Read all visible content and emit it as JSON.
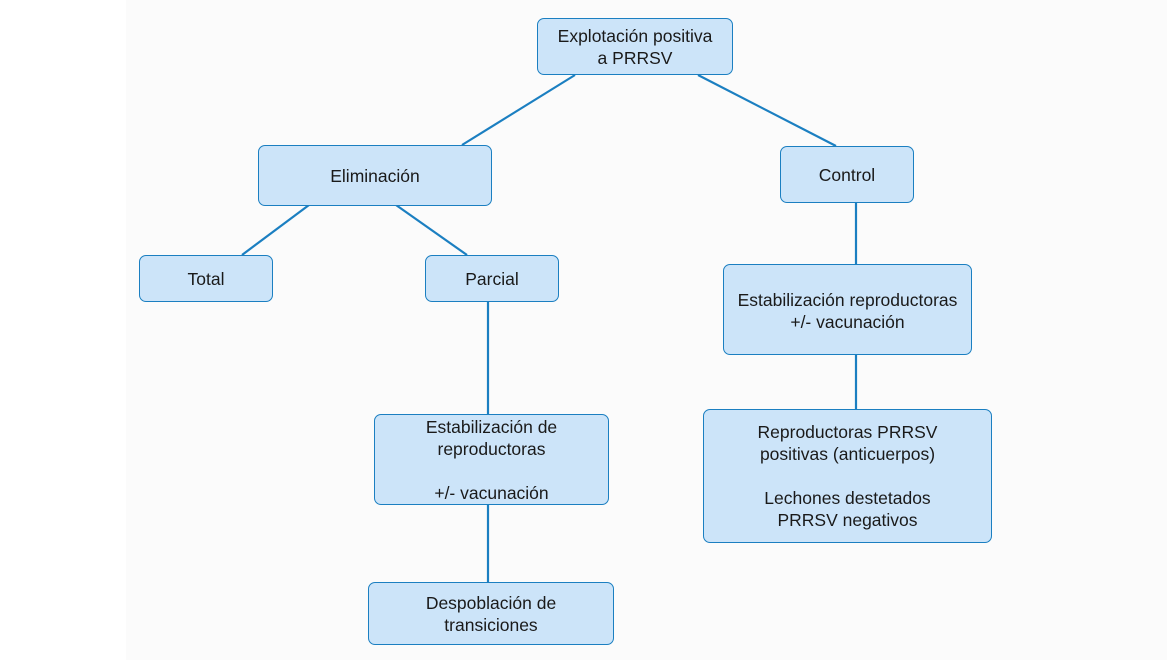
{
  "diagram": {
    "colors": {
      "node_fill": "#cce4f9",
      "node_border": "#1b7fc1",
      "connector": "#1b7fc1",
      "text": "#1a1a1a"
    },
    "root": {
      "lines": [
        "Explotación positiva",
        "a PRRSV"
      ]
    },
    "elimination": {
      "label": "Eliminación",
      "total": {
        "label": "Total"
      },
      "partial": {
        "label": "Parcial",
        "stabilization": {
          "lines": [
            "Estabilización de",
            "reproductoras",
            "+/- vacunación"
          ]
        },
        "depopulation": {
          "lines": [
            "Despoblación de",
            "transiciones"
          ]
        }
      }
    },
    "control": {
      "label": "Control",
      "stabilization": {
        "lines": [
          "Estabilización reproductoras",
          "+/- vacunación"
        ]
      },
      "outcome": {
        "lines": [
          "Reproductoras PRRSV",
          "positivas (anticuerpos)",
          "Lechones destetados",
          "PRRSV negativos"
        ]
      }
    }
  }
}
